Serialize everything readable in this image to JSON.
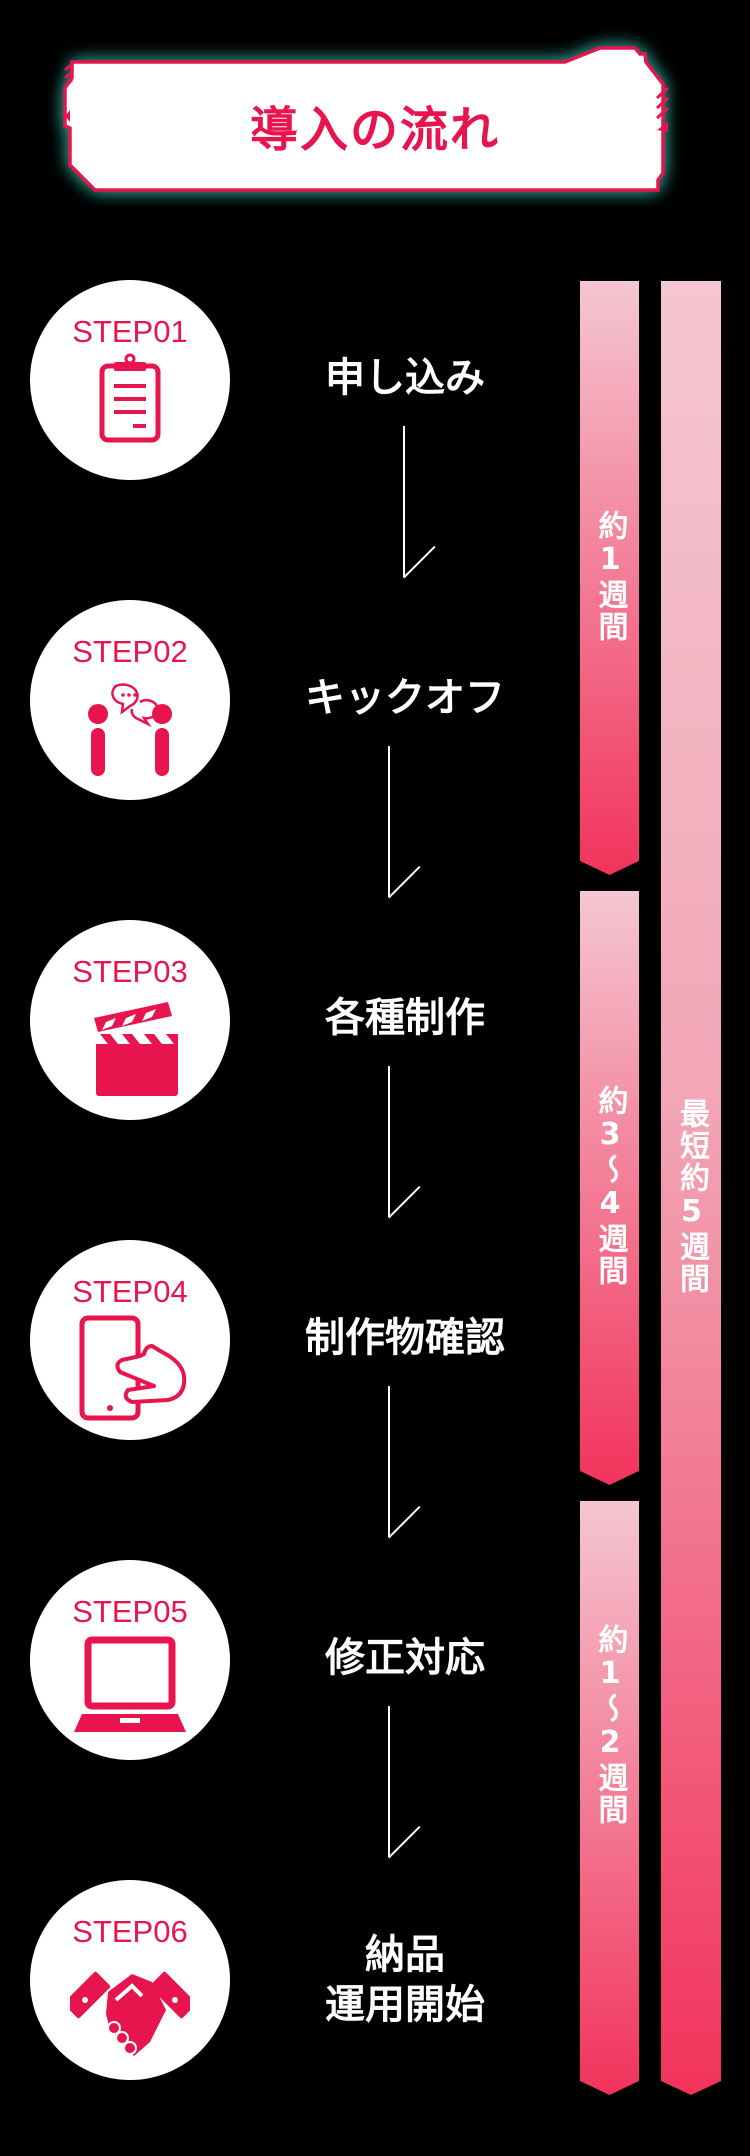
{
  "header": {
    "title": "導入の流れ"
  },
  "colors": {
    "accent": "#e8144e",
    "glow": "#3fc9b8",
    "background": "#000000",
    "bar_light": "#f4c6d1",
    "bar_dark": "#f2365e"
  },
  "steps": [
    {
      "number": "STEP01",
      "label": "申し込み",
      "icon": "clipboard-icon"
    },
    {
      "number": "STEP02",
      "label": "キックオフ",
      "icon": "meeting-conversation-icon"
    },
    {
      "number": "STEP03",
      "label": "各種制作",
      "icon": "clapperboard-icon"
    },
    {
      "number": "STEP04",
      "label": "制作物確認",
      "icon": "smartphone-tap-icon"
    },
    {
      "number": "STEP05",
      "label": "修正対応",
      "icon": "laptop-icon"
    },
    {
      "number": "STEP06",
      "label_line1": "納品",
      "label_line2": "運用開始",
      "icon": "handshake-icon"
    }
  ],
  "durations": [
    {
      "label": "約1週間",
      "covers": "STEP01–STEP02"
    },
    {
      "label": "約3〜4週間",
      "covers": "STEP03–STEP04"
    },
    {
      "label": "約1〜2週間",
      "covers": "STEP05–STEP06"
    }
  ],
  "total_duration": {
    "label": "最短約5週間"
  }
}
